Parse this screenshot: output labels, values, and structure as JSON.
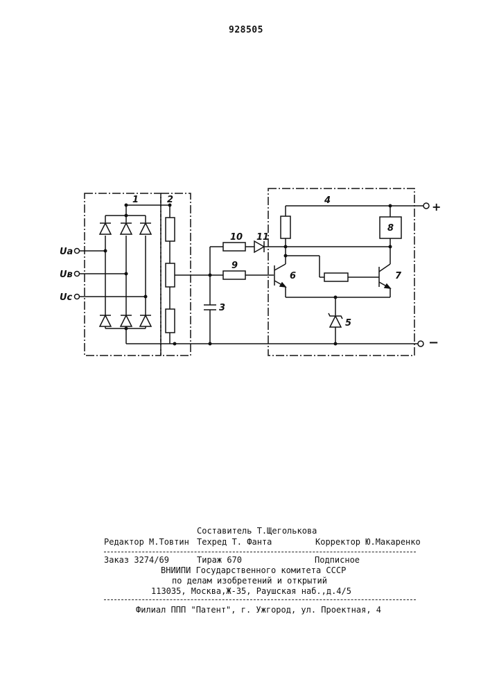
{
  "header": {
    "page_number": "928505"
  },
  "figure": {
    "input_labels": [
      "Uа",
      "Uв",
      "Uс"
    ],
    "block_labels": [
      "1",
      "2",
      "3",
      "4",
      "5",
      "6",
      "7",
      "8",
      "9",
      "10",
      "11"
    ],
    "terminal_plus": "+",
    "terminal_minus": "−"
  },
  "imprint": {
    "compiler": "Составитель Т.Щеголькова",
    "editor": "Редактор М.Товтин",
    "techred": "Техред Т. Фанта",
    "corrector": "Корректор Ю.Макаренко",
    "order": "Заказ 3274/69",
    "circulation": "Тираж 670",
    "subscription": "Подписное",
    "org_line1": "ВНИИПИ Государственного комитета СССР",
    "org_line2": "по делам изобретений и открытий",
    "org_address": "113035, Москва,Ж-35, Раушская наб.,д.4/5",
    "branch": "Филиал ППП \"Патент\", г. Ужгород, ул. Проектная, 4"
  }
}
